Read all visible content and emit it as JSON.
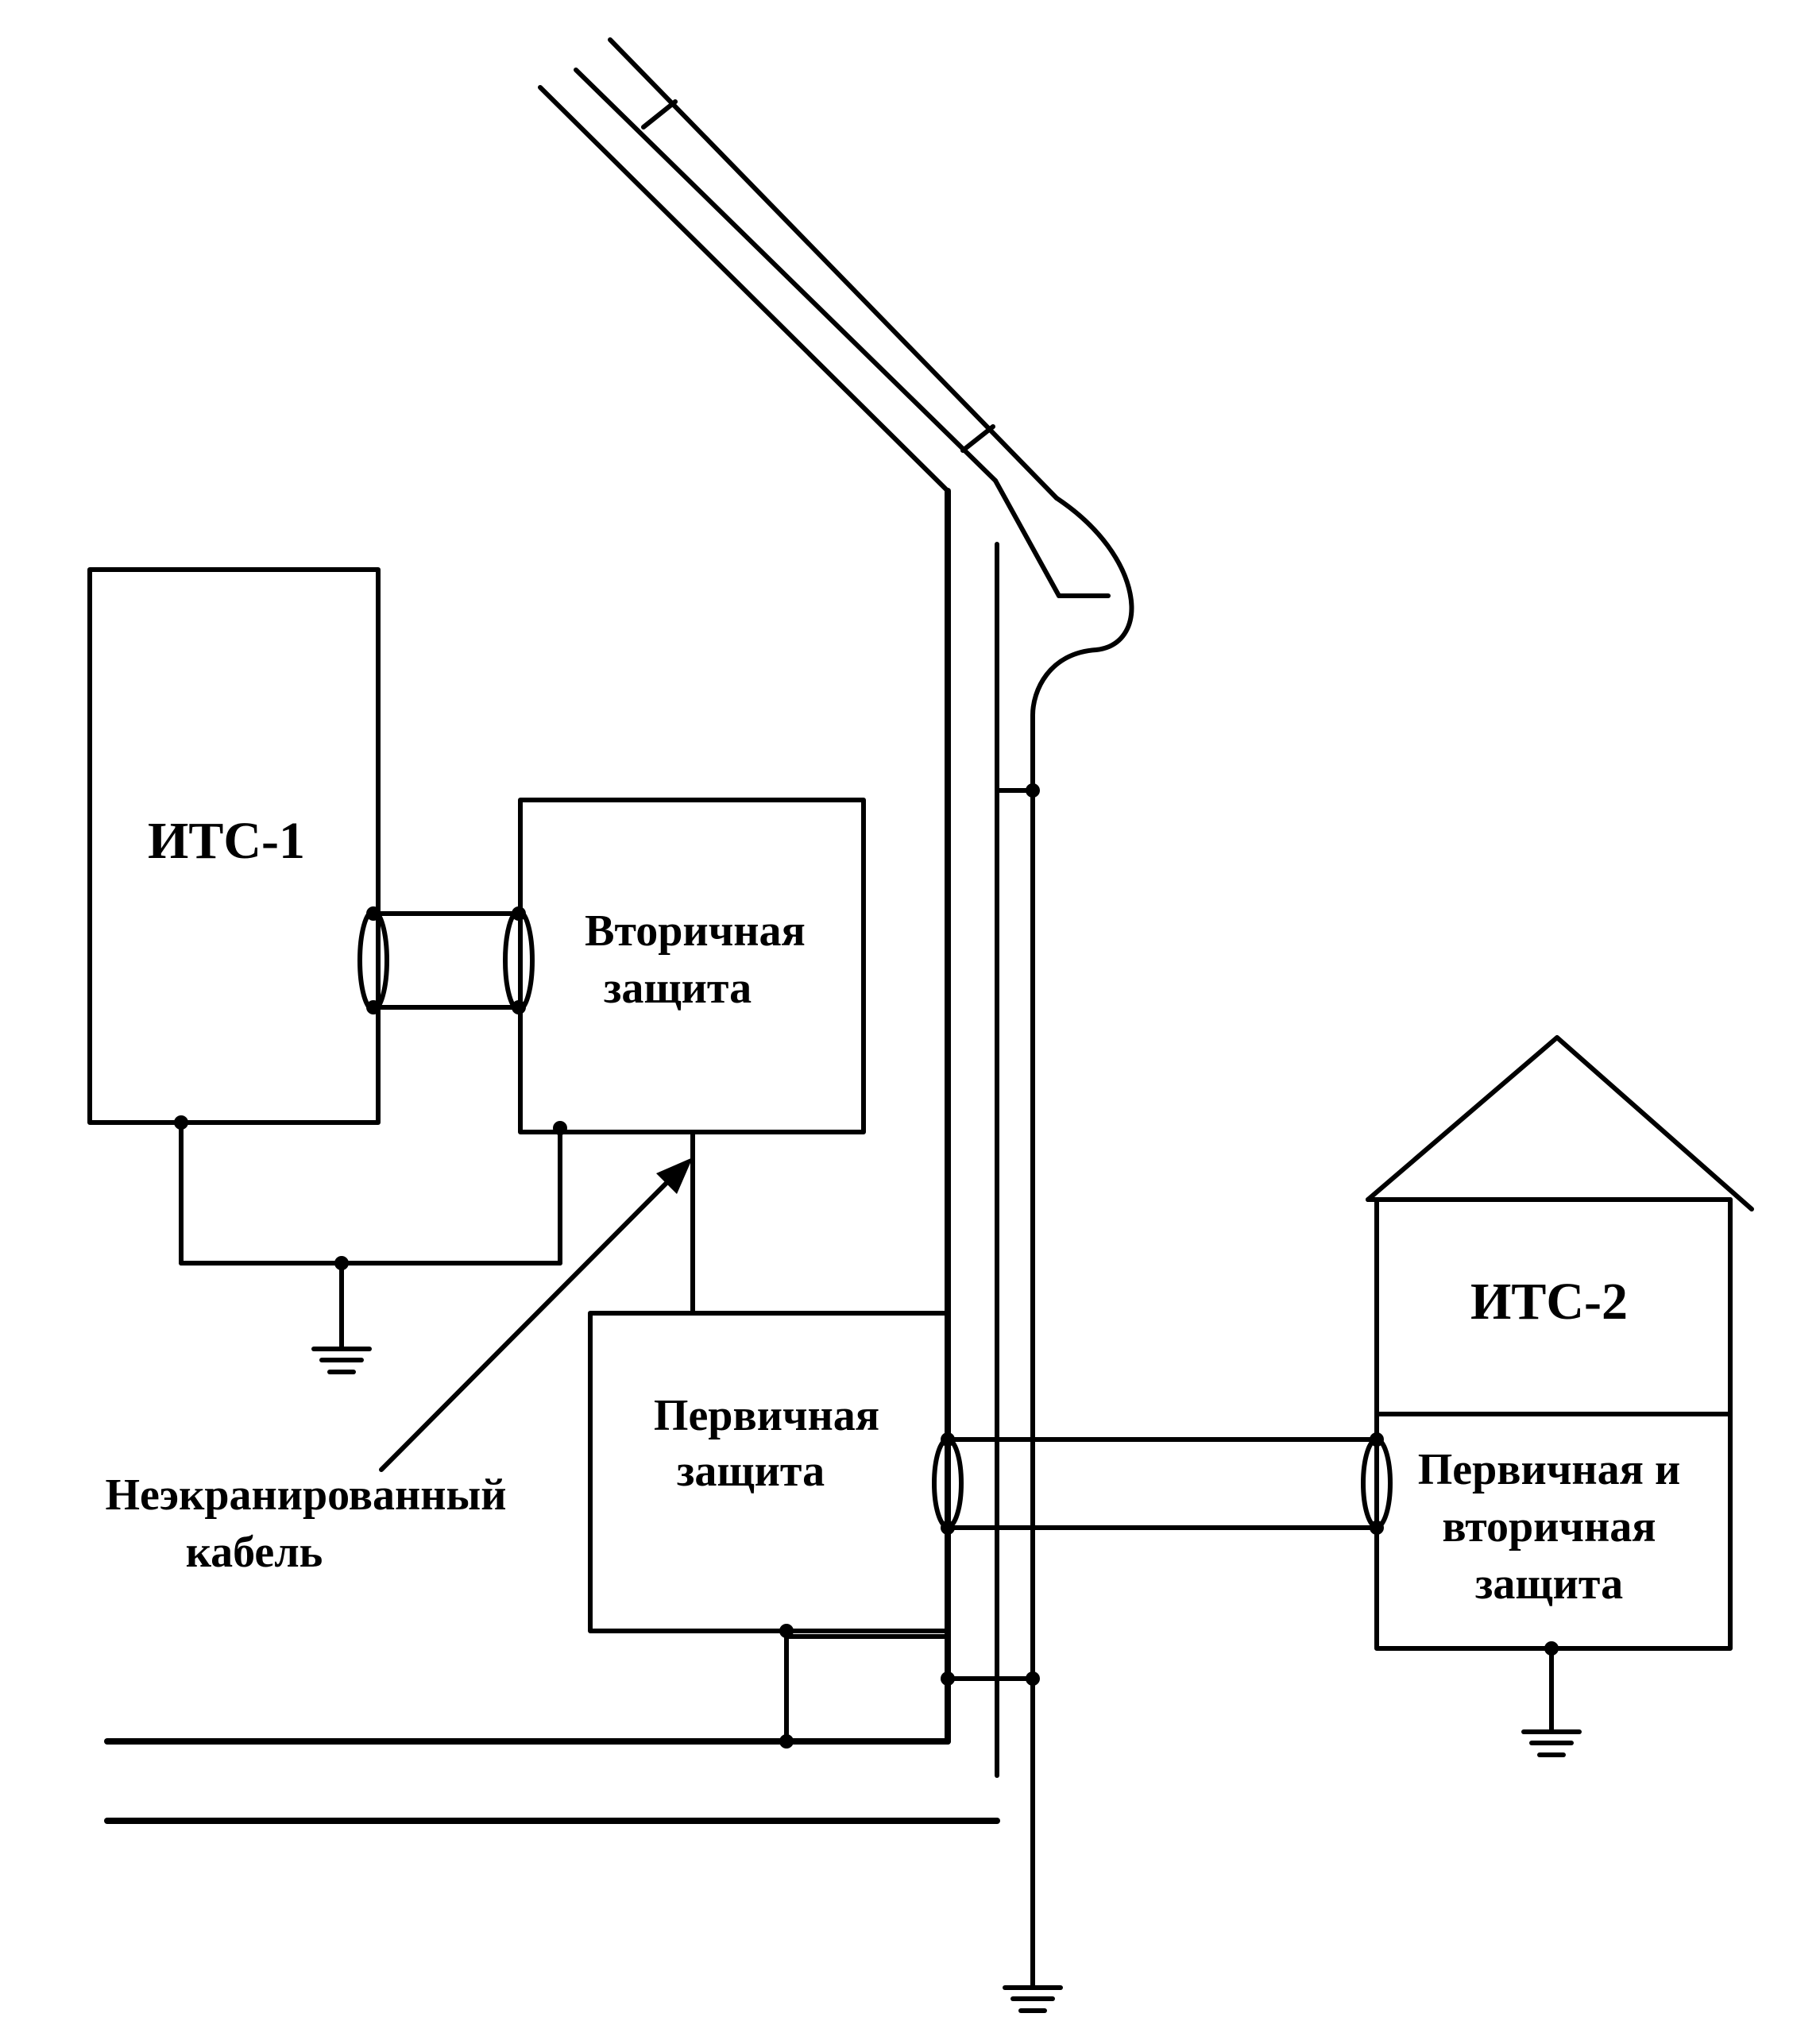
{
  "itc1": {
    "label": "ИТС-1"
  },
  "secondary": {
    "line1": "Вторичная",
    "line2": "защита"
  },
  "primary": {
    "line1": "Первичная",
    "line2": "защита"
  },
  "itc2": {
    "label": "ИТС-2"
  },
  "combined": {
    "line1": "Первичная и",
    "line2": "вторичная",
    "line3": "защита"
  },
  "cable": {
    "line1": "Неэкранированный",
    "line2": "кабель"
  }
}
